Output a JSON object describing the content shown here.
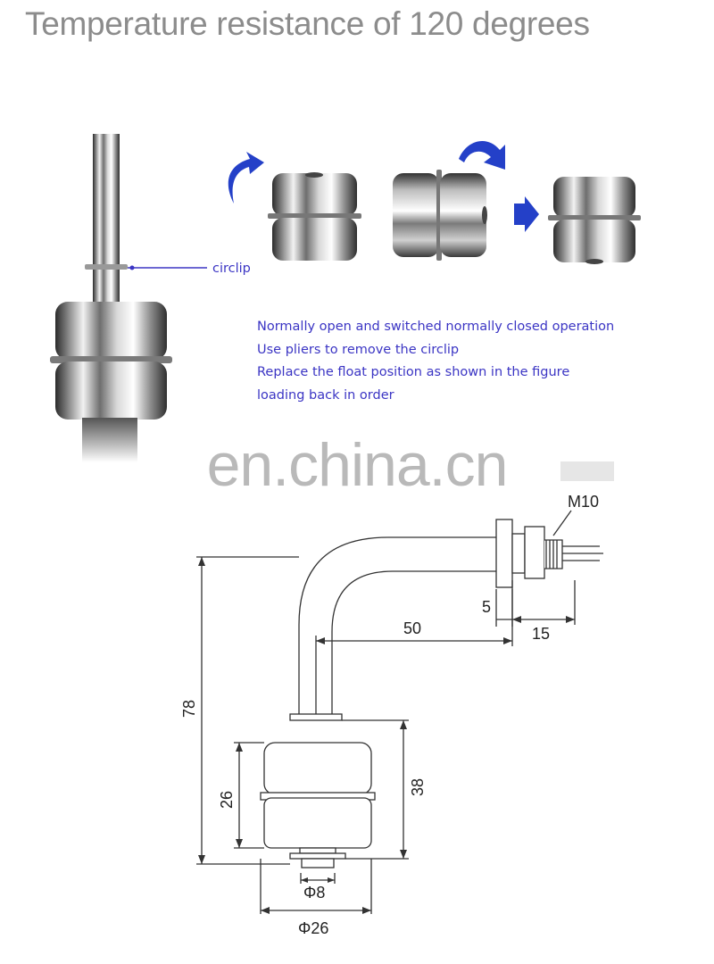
{
  "header": {
    "title": "Temperature resistance of 120 degrees"
  },
  "photo": {
    "circlip_label": "circlip"
  },
  "instructions": [
    "Normally open and switched normally closed operation",
    "Use pliers to remove the circlip",
    "Replace the float position as shown in the figure",
    "loading back in order"
  ],
  "watermark": "en.china.cn",
  "drawing": {
    "thread_label": "M10",
    "dim_5": "5",
    "dim_50": "50",
    "dim_15": "15",
    "dim_78": "78",
    "dim_38": "38",
    "dim_26": "26",
    "dia_8": "Φ8",
    "dia_26": "Φ26"
  },
  "colors": {
    "arrow": "#2440c8",
    "label": "#3b35c4",
    "title": "#8c8c8c"
  }
}
